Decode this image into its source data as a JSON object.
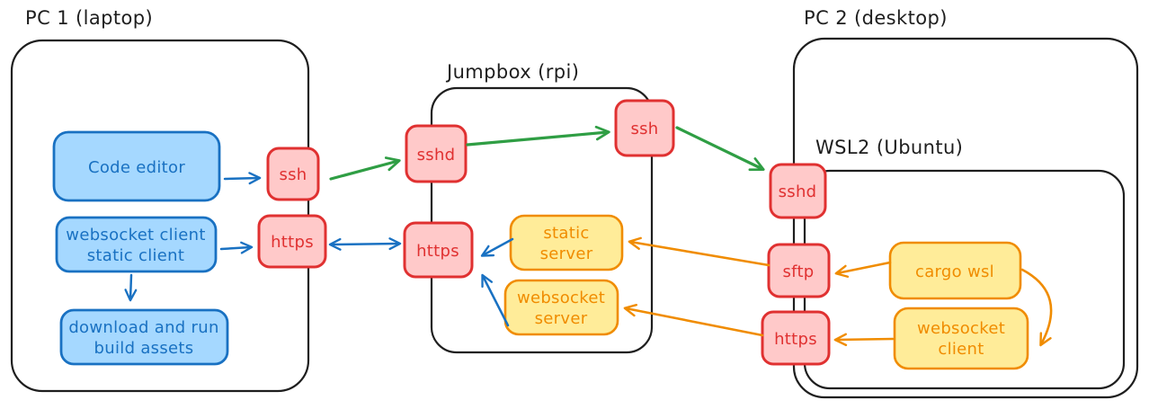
{
  "diagram": {
    "containers": {
      "pc1": {
        "label": "PC 1 (laptop)"
      },
      "jumpbox": {
        "label": "Jumpbox (rpi)"
      },
      "pc2": {
        "label": "PC 2 (desktop)"
      },
      "wsl2": {
        "label": "WSL2 (Ubuntu)"
      }
    },
    "nodes": {
      "code_editor": {
        "label": "Code editor",
        "container": "pc1",
        "color": "blue"
      },
      "ws_static_client": {
        "lines": [
          "websocket client",
          "static client"
        ],
        "container": "pc1",
        "color": "blue"
      },
      "download_build": {
        "lines": [
          "download and run",
          "build assets"
        ],
        "container": "pc1",
        "color": "blue"
      },
      "pc1_ssh": {
        "label": "ssh",
        "container": "pc1",
        "color": "red"
      },
      "pc1_https": {
        "label": "https",
        "container": "pc1",
        "color": "red"
      },
      "jump_sshd": {
        "label": "sshd",
        "container": "jumpbox",
        "color": "red"
      },
      "jump_ssh": {
        "label": "ssh",
        "container": "jumpbox",
        "color": "red"
      },
      "jump_https": {
        "label": "https",
        "container": "jumpbox",
        "color": "red"
      },
      "static_server": {
        "lines": [
          "static",
          "server"
        ],
        "container": "jumpbox",
        "color": "yellow"
      },
      "ws_server": {
        "lines": [
          "websocket",
          "server"
        ],
        "container": "jumpbox",
        "color": "yellow"
      },
      "wsl_sshd": {
        "label": "sshd",
        "container": "wsl2",
        "color": "red"
      },
      "wsl_sftp": {
        "label": "sftp",
        "container": "wsl2",
        "color": "red"
      },
      "wsl_https": {
        "label": "https",
        "container": "wsl2",
        "color": "red"
      },
      "cargo_wsl": {
        "label": "cargo wsl",
        "container": "wsl2",
        "color": "yellow"
      },
      "wsl_ws_client": {
        "lines": [
          "websocket",
          "client"
        ],
        "container": "wsl2",
        "color": "yellow"
      }
    },
    "edges": [
      {
        "from": "code_editor",
        "to": "pc1_ssh",
        "color": "blue",
        "bidirectional": false
      },
      {
        "from": "ws_static_client",
        "to": "pc1_https",
        "color": "blue",
        "bidirectional": false
      },
      {
        "from": "pc1_https",
        "to": "jump_https",
        "color": "blue",
        "bidirectional": true
      },
      {
        "from": "static_server",
        "to": "jump_https",
        "color": "blue",
        "bidirectional": false
      },
      {
        "from": "ws_server",
        "to": "jump_https",
        "color": "blue",
        "bidirectional": false
      },
      {
        "from": "ws_static_client",
        "to": "download_build",
        "color": "blue",
        "bidirectional": false
      },
      {
        "from": "pc1_ssh",
        "to": "jump_sshd",
        "color": "green",
        "bidirectional": false
      },
      {
        "from": "jump_sshd",
        "to": "jump_ssh",
        "color": "green",
        "bidirectional": false
      },
      {
        "from": "jump_ssh",
        "to": "wsl_sshd",
        "color": "green",
        "bidirectional": false
      },
      {
        "from": "wsl_sftp",
        "to": "static_server",
        "color": "orange",
        "bidirectional": false
      },
      {
        "from": "wsl_https",
        "to": "ws_server",
        "color": "orange",
        "bidirectional": false
      },
      {
        "from": "cargo_wsl",
        "to": "wsl_sftp",
        "color": "orange",
        "bidirectional": false
      },
      {
        "from": "wsl_ws_client",
        "to": "wsl_https",
        "color": "orange",
        "bidirectional": false
      },
      {
        "from": "cargo_wsl",
        "to": "wsl_ws_client",
        "color": "orange",
        "bidirectional": false
      }
    ],
    "colors": {
      "background": "#ffffff",
      "container_stroke": "#1e1e1e",
      "blue_stroke": "#1971c2",
      "blue_fill": "#a5d8ff",
      "red_stroke": "#e03131",
      "red_fill": "#ffc9c9",
      "yellow_stroke": "#f08c00",
      "yellow_fill": "#ffec99",
      "green_arrow": "#2f9e44"
    }
  }
}
